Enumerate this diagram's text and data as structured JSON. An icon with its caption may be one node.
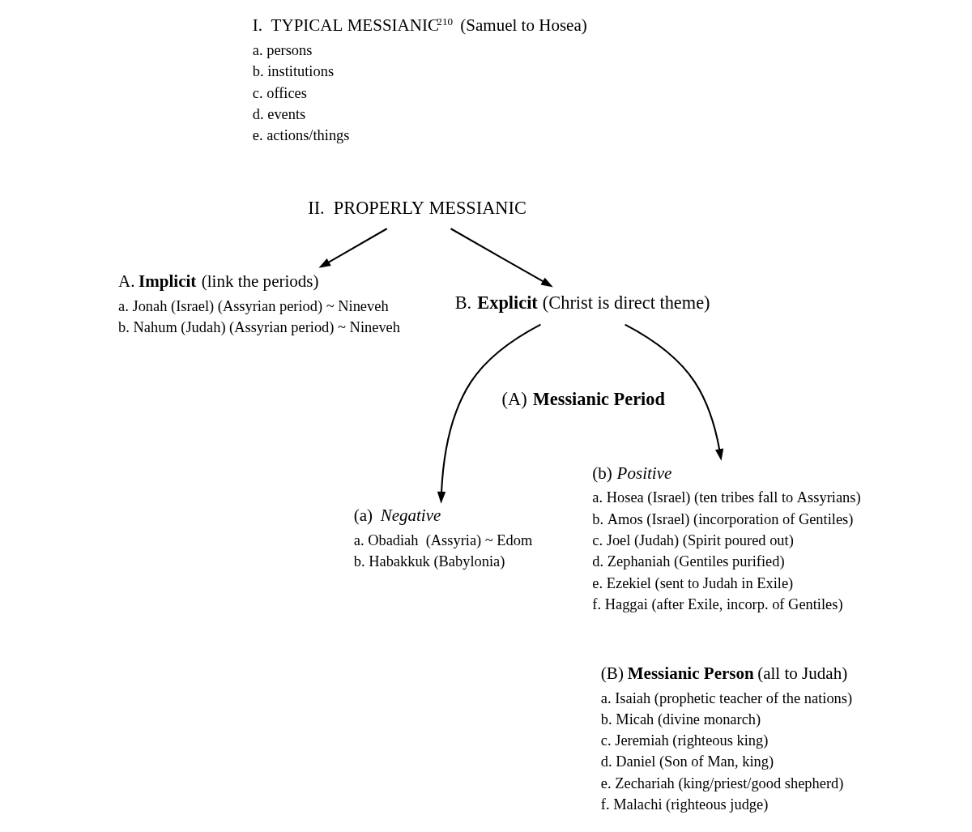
{
  "diagram": {
    "nodes": [
      {
        "text": [
          "II.  PROPERLY MESSIANIC"
        ]
      },
      {
        "text": [
          "A. **Implicit** (link the periods)",
          "a. Jonah (Israel) (Assyrian period) ~ Nineveh",
          "b. Nahum (Judah) (Assyrian period) ~ Nineveh"
        ]
      },
      {
        "text": [
          "B. **Explicit** (Christ is direct theme)"
        ]
      },
      {
        "text": [
          "(A) **Messianic Period**"
        ]
      },
      {
        "text": [
          "(a)  *Negative*",
          "a. Obadiah  (Assyria) ~ Edom",
          "b. Habakkuk (Babylonia)"
        ]
      },
      {
        "text": [
          "(b) *Positive*",
          "a. Hosea (Israel) (ten tribes fall to Assyrians)",
          "b. Amos (Israel) (incorporation of Gentiles)",
          "c. Joel (Judah) (Spirit poured out)",
          "d. Zephaniah (Gentiles purified)",
          "e. Ezekiel (sent to Judah in Exile)",
          "f. Haggai (after Exile, incorp. of Gentiles)"
        ]
      }
    ],
    "edges": [
      {
        "from": 0,
        "to": 1,
        "arrow": "to"
      },
      {
        "from": 0,
        "to": 2,
        "arrow": "to"
      },
      {
        "from": 2,
        "to": 4,
        "arrow": "to"
      },
      {
        "from": 2,
        "to": 5,
        "arrow": "to"
      }
    ],
    "labels": [
      "I.  TYPICAL MESSIANIC$^{210}$ (Samuel to Hosea)",
      "a. persons",
      "b. institutions",
      "c. offices",
      "d. events",
      "e. actions/things",
      "(B) **Messianic Person** (all to Judah)",
      "a. Isaiah (prophetic teacher of the nations)",
      "b. Micah (divine monarch)",
      "c. Jeremiah (righteous king)",
      "d. Daniel (Son of Man, king)",
      "e. Zechariah (king/priest/good shepherd)",
      "f. Malachi (righteous judge)"
    ]
  }
}
